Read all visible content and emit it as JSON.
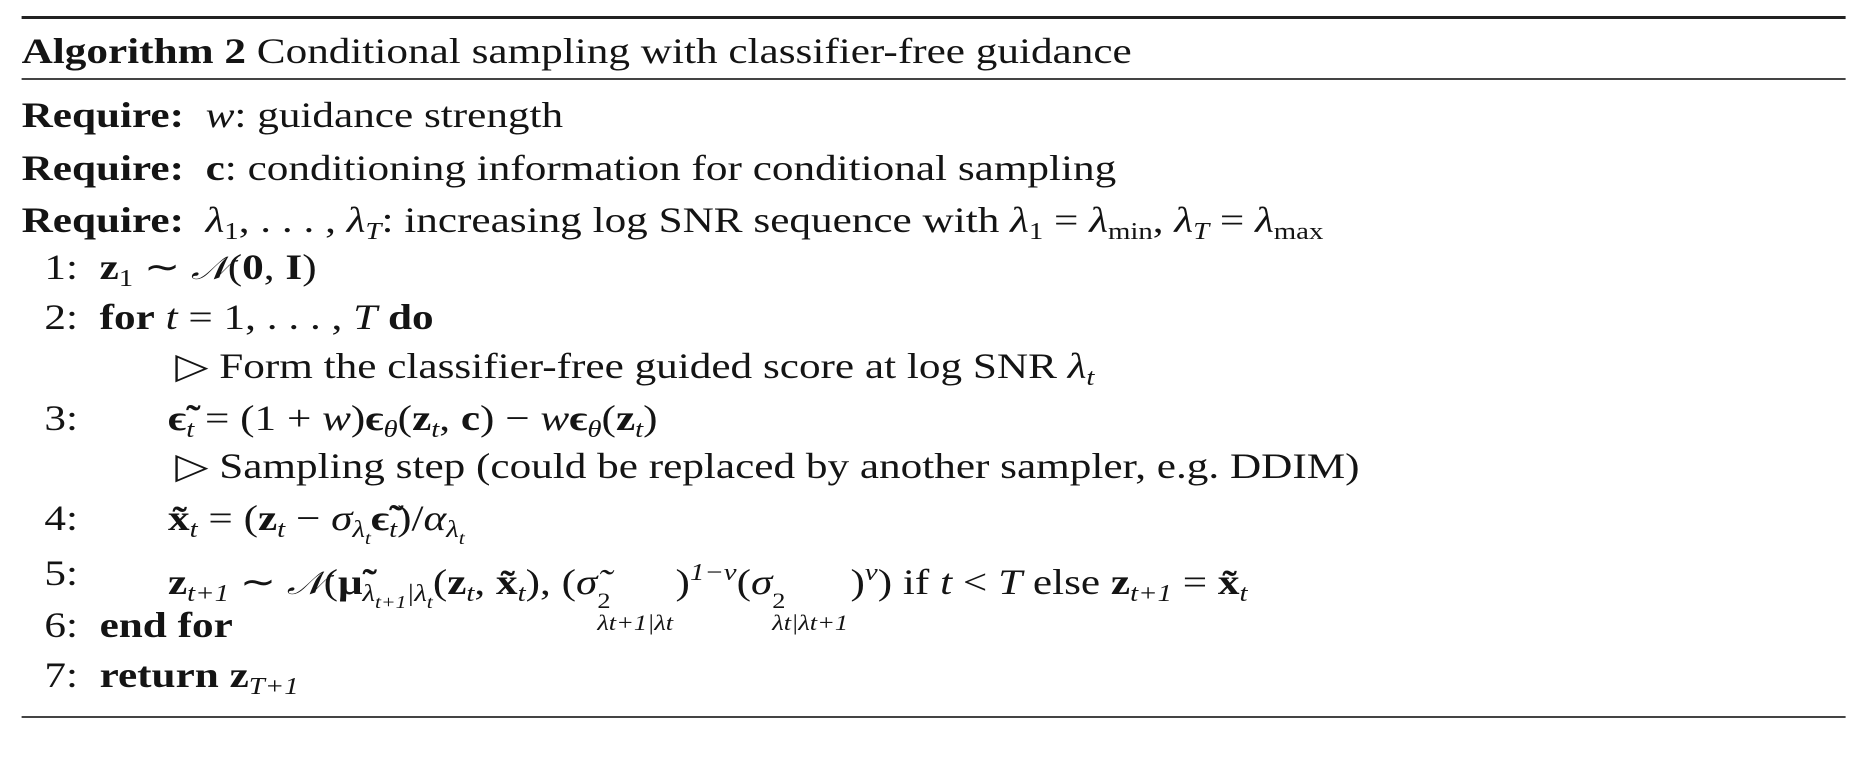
{
  "title": {
    "label": "Algorithm 2",
    "text": "Conditional sampling with classifier-free guidance"
  },
  "lines": [
    {
      "num": "",
      "level": 0,
      "parts": [
        [
          "kw",
          "Require:"
        ],
        [
          "t",
          "  "
        ],
        [
          "mi",
          "w"
        ],
        [
          "t",
          ": guidance strength"
        ]
      ]
    },
    {
      "num": "",
      "level": 0,
      "parts": [
        [
          "kw",
          "Require:"
        ],
        [
          "t",
          "  "
        ],
        [
          "mb",
          "c"
        ],
        [
          "t",
          ": conditioning information for conditional sampling"
        ]
      ]
    },
    {
      "num": "",
      "level": 0,
      "parts": [
        [
          "kw",
          "Require:"
        ],
        [
          "t",
          "  "
        ],
        [
          "mi",
          "λ"
        ],
        [
          "sub",
          "1"
        ],
        [
          "t",
          ", . . . , "
        ],
        [
          "mi",
          "λ"
        ],
        [
          "subi",
          "T"
        ],
        [
          "t",
          ": increasing log SNR sequence with "
        ],
        [
          "mi",
          "λ"
        ],
        [
          "sub",
          "1"
        ],
        [
          "t",
          " = "
        ],
        [
          "mi",
          "λ"
        ],
        [
          "sub",
          "min"
        ],
        [
          "t",
          ", "
        ],
        [
          "mi",
          "λ"
        ],
        [
          "subi",
          "T"
        ],
        [
          "t",
          " = "
        ],
        [
          "mi",
          "λ"
        ],
        [
          "sub",
          "max"
        ]
      ]
    },
    {
      "num": "1:",
      "level": 1,
      "parts": [
        [
          "mb",
          "z"
        ],
        [
          "sub",
          "1"
        ],
        [
          "t",
          " ∼ "
        ],
        [
          "cal",
          "𝒩"
        ],
        [
          "t",
          "("
        ],
        [
          "mb",
          "0"
        ],
        [
          "t",
          ", "
        ],
        [
          "mb",
          "I"
        ],
        [
          "t",
          ")"
        ]
      ]
    },
    {
      "num": "2:",
      "level": 1,
      "parts": [
        [
          "kw",
          "for"
        ],
        [
          "t",
          " "
        ],
        [
          "mi",
          "t"
        ],
        [
          "t",
          " = 1, . . . , "
        ],
        [
          "mi",
          "T"
        ],
        [
          "t",
          " "
        ],
        [
          "kw",
          "do"
        ]
      ]
    },
    {
      "num": "",
      "level": 3,
      "parts": [
        [
          "t",
          "▷ Form the classifier-free guided score at log SNR "
        ],
        [
          "mi",
          "λ"
        ],
        [
          "subi",
          "t"
        ]
      ]
    },
    {
      "num": "3:",
      "level": 2,
      "parts": [
        [
          "mb",
          "ϵ̃"
        ],
        [
          "subi",
          "t"
        ],
        [
          "t",
          " = (1 + "
        ],
        [
          "mi",
          "w"
        ],
        [
          "t",
          ")"
        ],
        [
          "mb",
          "ϵ"
        ],
        [
          "subi",
          "θ"
        ],
        [
          "t",
          "("
        ],
        [
          "mb",
          "z"
        ],
        [
          "subi",
          "t"
        ],
        [
          "t",
          ", "
        ],
        [
          "mb",
          "c"
        ],
        [
          "t",
          ") − "
        ],
        [
          "mi",
          "w"
        ],
        [
          "mb",
          "ϵ"
        ],
        [
          "subi",
          "θ"
        ],
        [
          "t",
          "("
        ],
        [
          "mb",
          "z"
        ],
        [
          "subi",
          "t"
        ],
        [
          "t",
          ")"
        ]
      ]
    },
    {
      "num": "",
      "level": 3,
      "parts": [
        [
          "t",
          "▷ Sampling step (could be replaced by another sampler, e.g. DDIM)"
        ]
      ]
    },
    {
      "num": "4:",
      "level": 2,
      "parts": [
        [
          "mb",
          "x̃"
        ],
        [
          "subi",
          "t"
        ],
        [
          "t",
          " = ("
        ],
        [
          "mb",
          "z"
        ],
        [
          "subi",
          "t"
        ],
        [
          "t",
          " − "
        ],
        [
          "mi",
          "σ"
        ],
        [
          "subi",
          "λ"
        ],
        [
          "subsub",
          "t"
        ],
        [
          "mb",
          "ϵ̃"
        ],
        [
          "subi",
          "t"
        ],
        [
          "t",
          ")/"
        ],
        [
          "mi",
          "α"
        ],
        [
          "subi",
          "λ"
        ],
        [
          "subsub",
          "t"
        ]
      ]
    },
    {
      "num": "5:",
      "level": 2,
      "parts": [
        [
          "mb",
          "z"
        ],
        [
          "subi",
          "t+1"
        ],
        [
          "t",
          " ∼ "
        ],
        [
          "cal",
          "𝒩"
        ],
        [
          "t",
          "("
        ],
        [
          "mb",
          "μ̃"
        ],
        [
          "subi",
          "λ"
        ],
        [
          "subsub",
          "t+1"
        ],
        [
          "subi",
          "|λ"
        ],
        [
          "subsub",
          "t"
        ],
        [
          "t",
          "("
        ],
        [
          "mb",
          "z"
        ],
        [
          "subi",
          "t"
        ],
        [
          "t",
          ", "
        ],
        [
          "mb",
          "x̃"
        ],
        [
          "subi",
          "t"
        ],
        [
          "t",
          "), ("
        ],
        [
          "mi",
          "σ̃"
        ],
        [
          "ss",
          "2",
          "λt+1|λt"
        ],
        [
          "t",
          ")"
        ],
        [
          "sup",
          "1−v"
        ],
        [
          "t",
          "("
        ],
        [
          "mi",
          "σ"
        ],
        [
          "ss",
          "2",
          "λt|λt+1"
        ],
        [
          "t",
          ")"
        ],
        [
          "sup",
          "v"
        ],
        [
          "t",
          ") if "
        ],
        [
          "mi",
          "t"
        ],
        [
          "t",
          " < "
        ],
        [
          "mi",
          "T"
        ],
        [
          "t",
          " else "
        ],
        [
          "mb",
          "z"
        ],
        [
          "subi",
          "t+1"
        ],
        [
          "t",
          " = "
        ],
        [
          "mb",
          "x̃"
        ],
        [
          "subi",
          "t"
        ]
      ]
    },
    {
      "num": "6:",
      "level": 1,
      "parts": [
        [
          "kw",
          "end for"
        ]
      ]
    },
    {
      "num": "7:",
      "level": 1,
      "parts": [
        [
          "kw",
          "return"
        ],
        [
          "t",
          " "
        ],
        [
          "mb",
          "z"
        ],
        [
          "subi",
          "T+1"
        ]
      ]
    }
  ]
}
